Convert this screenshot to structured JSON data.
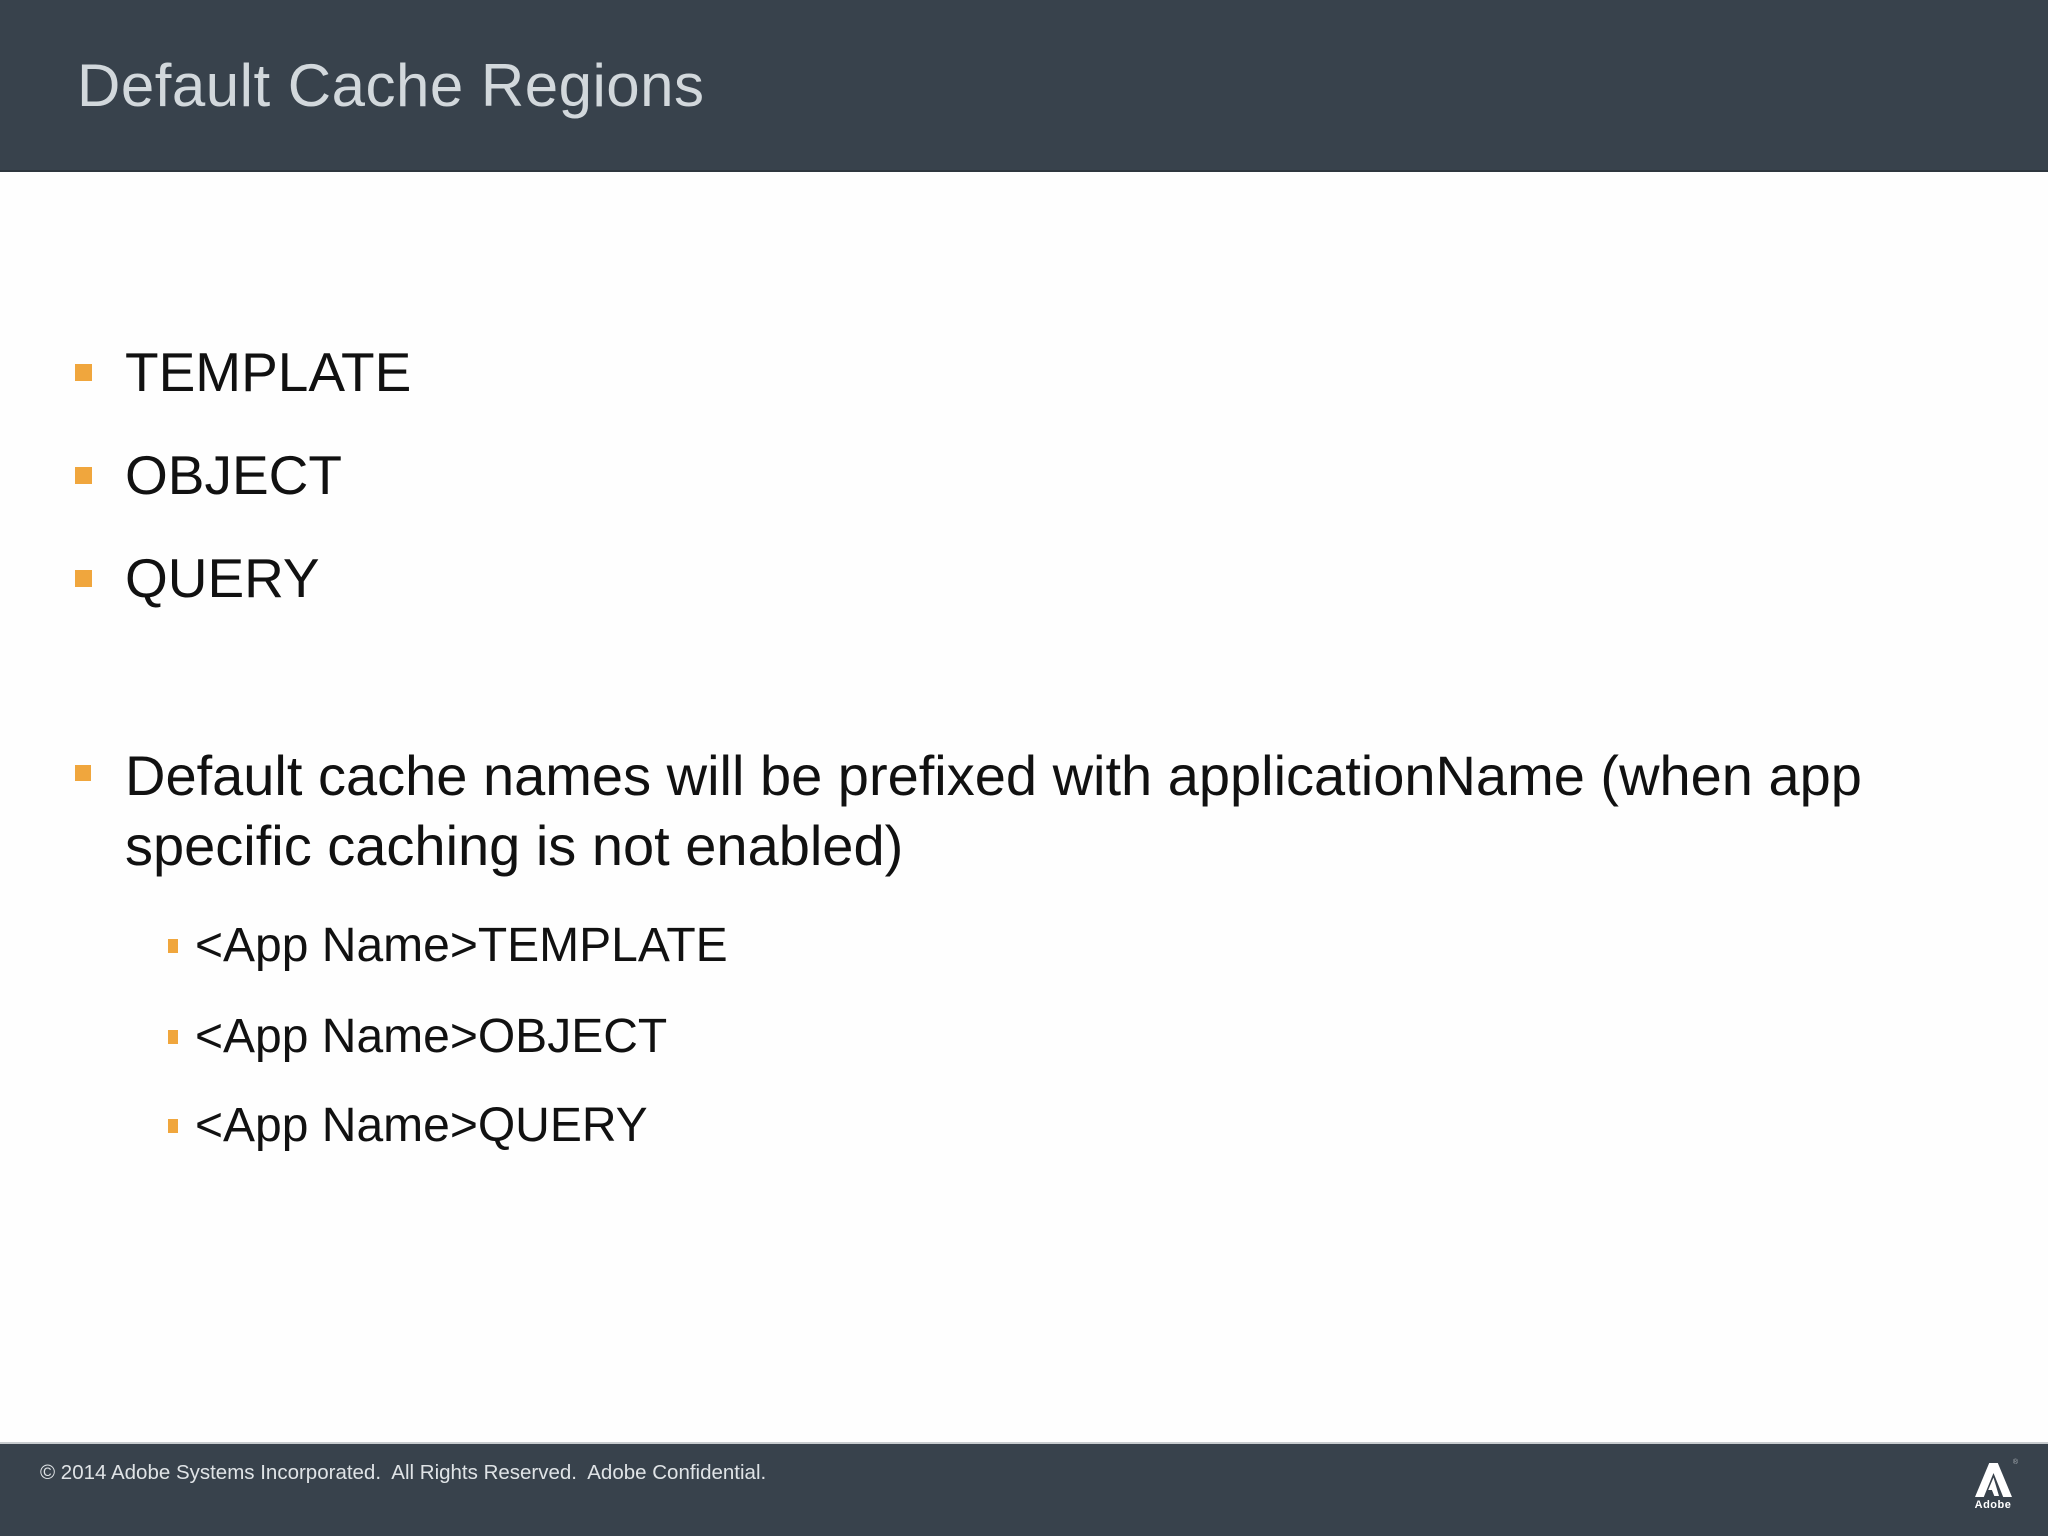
{
  "header": {
    "title": "Default Cache Regions"
  },
  "body": {
    "bullets": [
      "TEMPLATE",
      "OBJECT",
      "QUERY"
    ],
    "note": {
      "lines": [
        "Default cache names will be prefixed with applicationName (when app",
        "specific caching is not enabled)"
      ]
    },
    "sub_bullets": [
      "<App Name>TEMPLATE",
      "<App Name>OBJECT",
      "<App Name>QUERY"
    ]
  },
  "footer": {
    "copyright": "© 2014 Adobe Systems Incorporated.  All Rights Reserved.  Adobe Confidential.",
    "logo_text": "Adobe",
    "registered_mark": "®"
  },
  "colors": {
    "header_bg": "#38424c",
    "accent_orange": "#f0a63d",
    "title_text": "#d2d8dc",
    "body_text": "#111111",
    "footer_text": "#dfe3e6"
  }
}
